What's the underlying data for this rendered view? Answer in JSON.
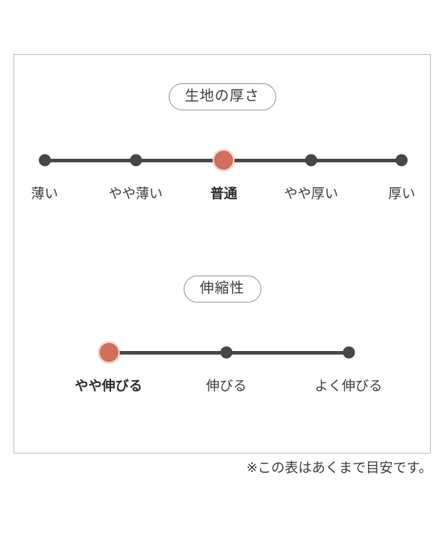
{
  "panel": {
    "metrics": [
      {
        "id": "fabric-thickness",
        "badge_label": "生地の厚さ",
        "selected_index": 2,
        "stops": [
          {
            "label": "薄い",
            "pos_pct": 7.3
          },
          {
            "label": "やや薄い",
            "pos_pct": 29.2
          },
          {
            "label": "普通",
            "pos_pct": 50.4
          },
          {
            "label": "やや厚い",
            "pos_pct": 71.4
          },
          {
            "label": "厚い",
            "pos_pct": 93.2
          }
        ]
      },
      {
        "id": "stretchiness",
        "badge_label": "伸縮性",
        "selected_index": 0,
        "stops": [
          {
            "label": "やや伸びる",
            "pos_pct": 22.7
          },
          {
            "label": "伸びる",
            "pos_pct": 51.0
          },
          {
            "label": "よく伸びる",
            "pos_pct": 80.4
          }
        ]
      }
    ]
  },
  "footnote": {
    "text": "※この表はあくまで目安です。"
  },
  "colors": {
    "accent": "#d1705a",
    "accent_ring": "#e3b6ab",
    "track": "#474747",
    "border": "#b9b9b9",
    "badge_border": "#8d8d8d",
    "text": "#3c3c3c",
    "background": "#ffffff"
  }
}
